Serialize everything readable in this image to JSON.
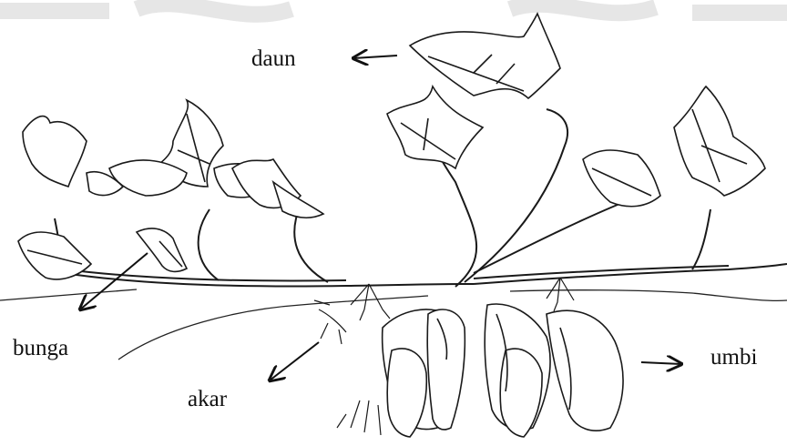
{
  "labels": {
    "daun": "daun",
    "bunga": "bunga",
    "akar": "akar",
    "umbi": "umbi"
  },
  "colors": {
    "ink": "#111111",
    "watermark": "#d9d9d9",
    "background": "#ffffff"
  },
  "icons": {
    "pointer": "arrow-icon"
  }
}
